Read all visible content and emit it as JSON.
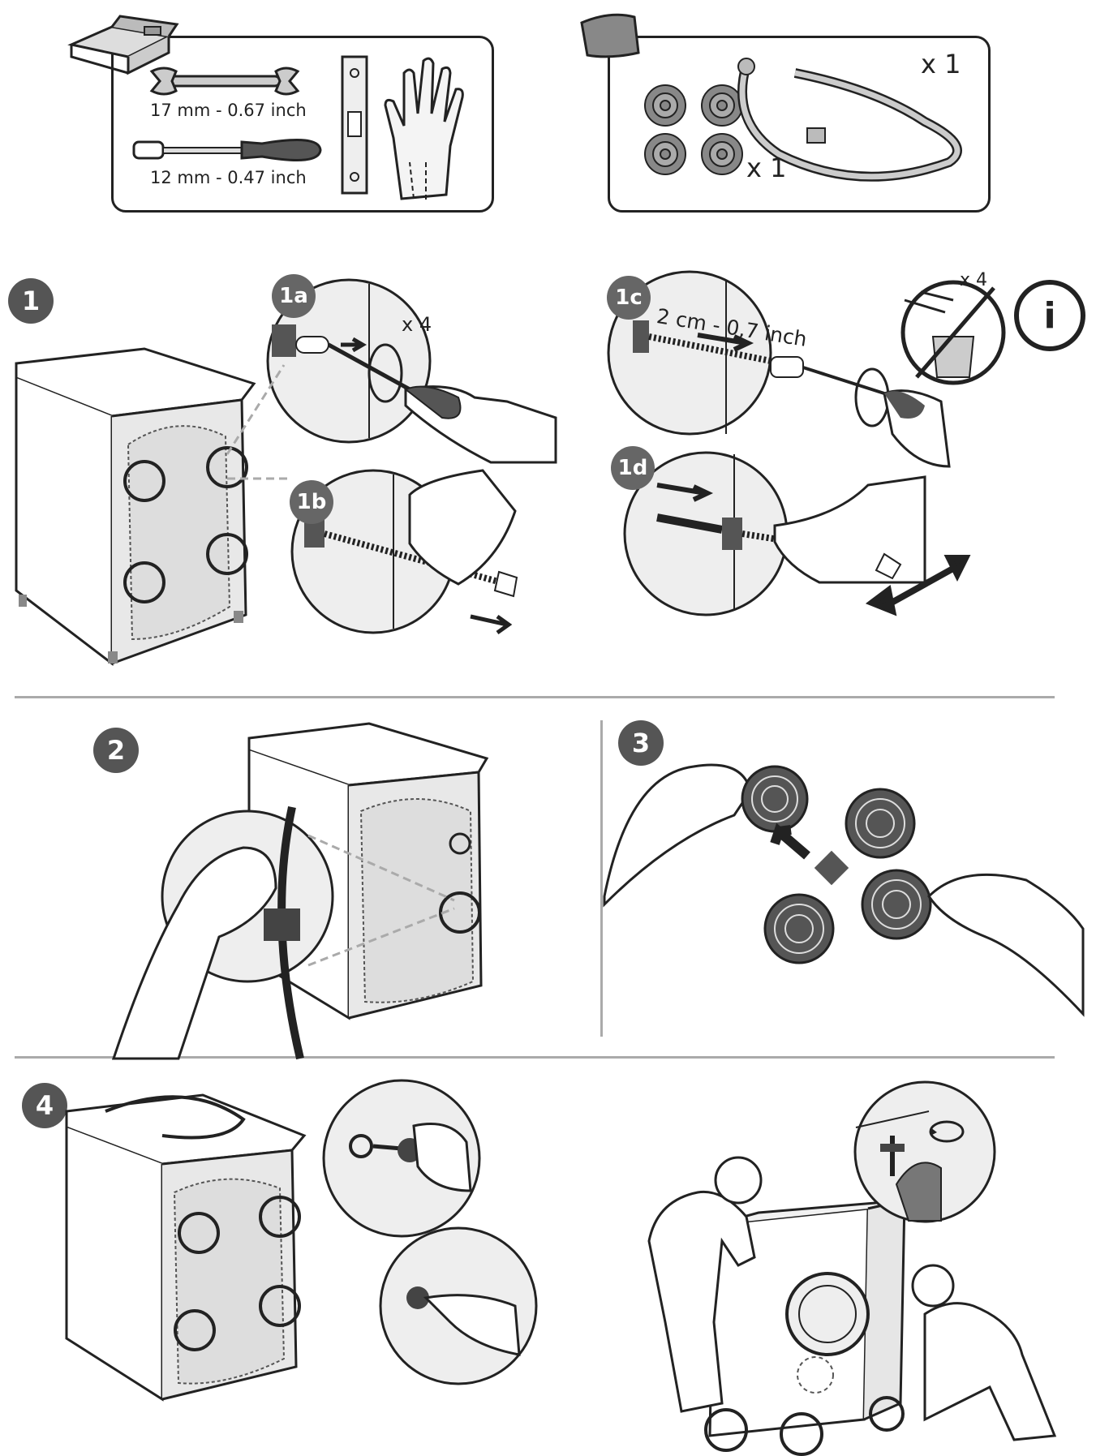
{
  "tools_box": {
    "wrench_size": "17 mm - 0.67 inch",
    "screwdriver_size": "12 mm - 0.47 inch"
  },
  "parts_box": {
    "hose_qty": "x 1",
    "caps_qty": "x 1"
  },
  "steps": {
    "s1": "1",
    "s1a": "1a",
    "s1b": "1b",
    "s1c": "1c",
    "s1d": "1d",
    "s2": "2",
    "s3": "3",
    "s4": "4"
  },
  "step1a_qty": "x 4",
  "step1c_depth": "2 cm - 0,7 inch",
  "discard_qty": "x 4",
  "info_glyph": "i",
  "icons": [
    "toolbox-icon",
    "bag-icon",
    "wrench-icon",
    "screwdriver-icon",
    "level-icon",
    "gloves-icon",
    "info-icon",
    "no-discard-icon",
    "rotate-arrow-icon"
  ]
}
